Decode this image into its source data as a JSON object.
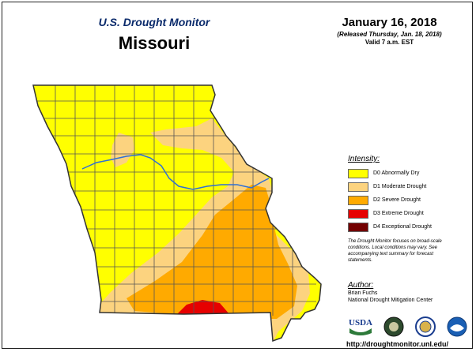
{
  "header": {
    "subtitle": "U.S. Drought Monitor",
    "state": "Missouri"
  },
  "date": {
    "main": "January 16, 2018",
    "released": "(Released Thursday, Jan. 18, 2018)",
    "valid": "Valid 7 a.m. EST"
  },
  "legend": {
    "title": "Intensity:",
    "items": [
      {
        "label": "D0 Abnormally Dry",
        "color": "#ffff00"
      },
      {
        "label": "D1 Moderate Drought",
        "color": "#fcd37f"
      },
      {
        "label": "D2 Severe Drought",
        "color": "#ffaa00"
      },
      {
        "label": "D3 Extreme Drought",
        "color": "#e60000"
      },
      {
        "label": "D4 Exceptional Drought",
        "color": "#730000"
      }
    ],
    "note": "The Drought Monitor focuses on broad-scale conditions. Local conditions may vary. See accompanying text summary for forecast statements."
  },
  "author": {
    "title": "Author:",
    "name": "Brian Fuchs",
    "org": "National Drought Mitigation Center"
  },
  "logos": {
    "usda": "USDA"
  },
  "footer": {
    "url": "http://droughtmonitor.unl.edu/"
  }
}
